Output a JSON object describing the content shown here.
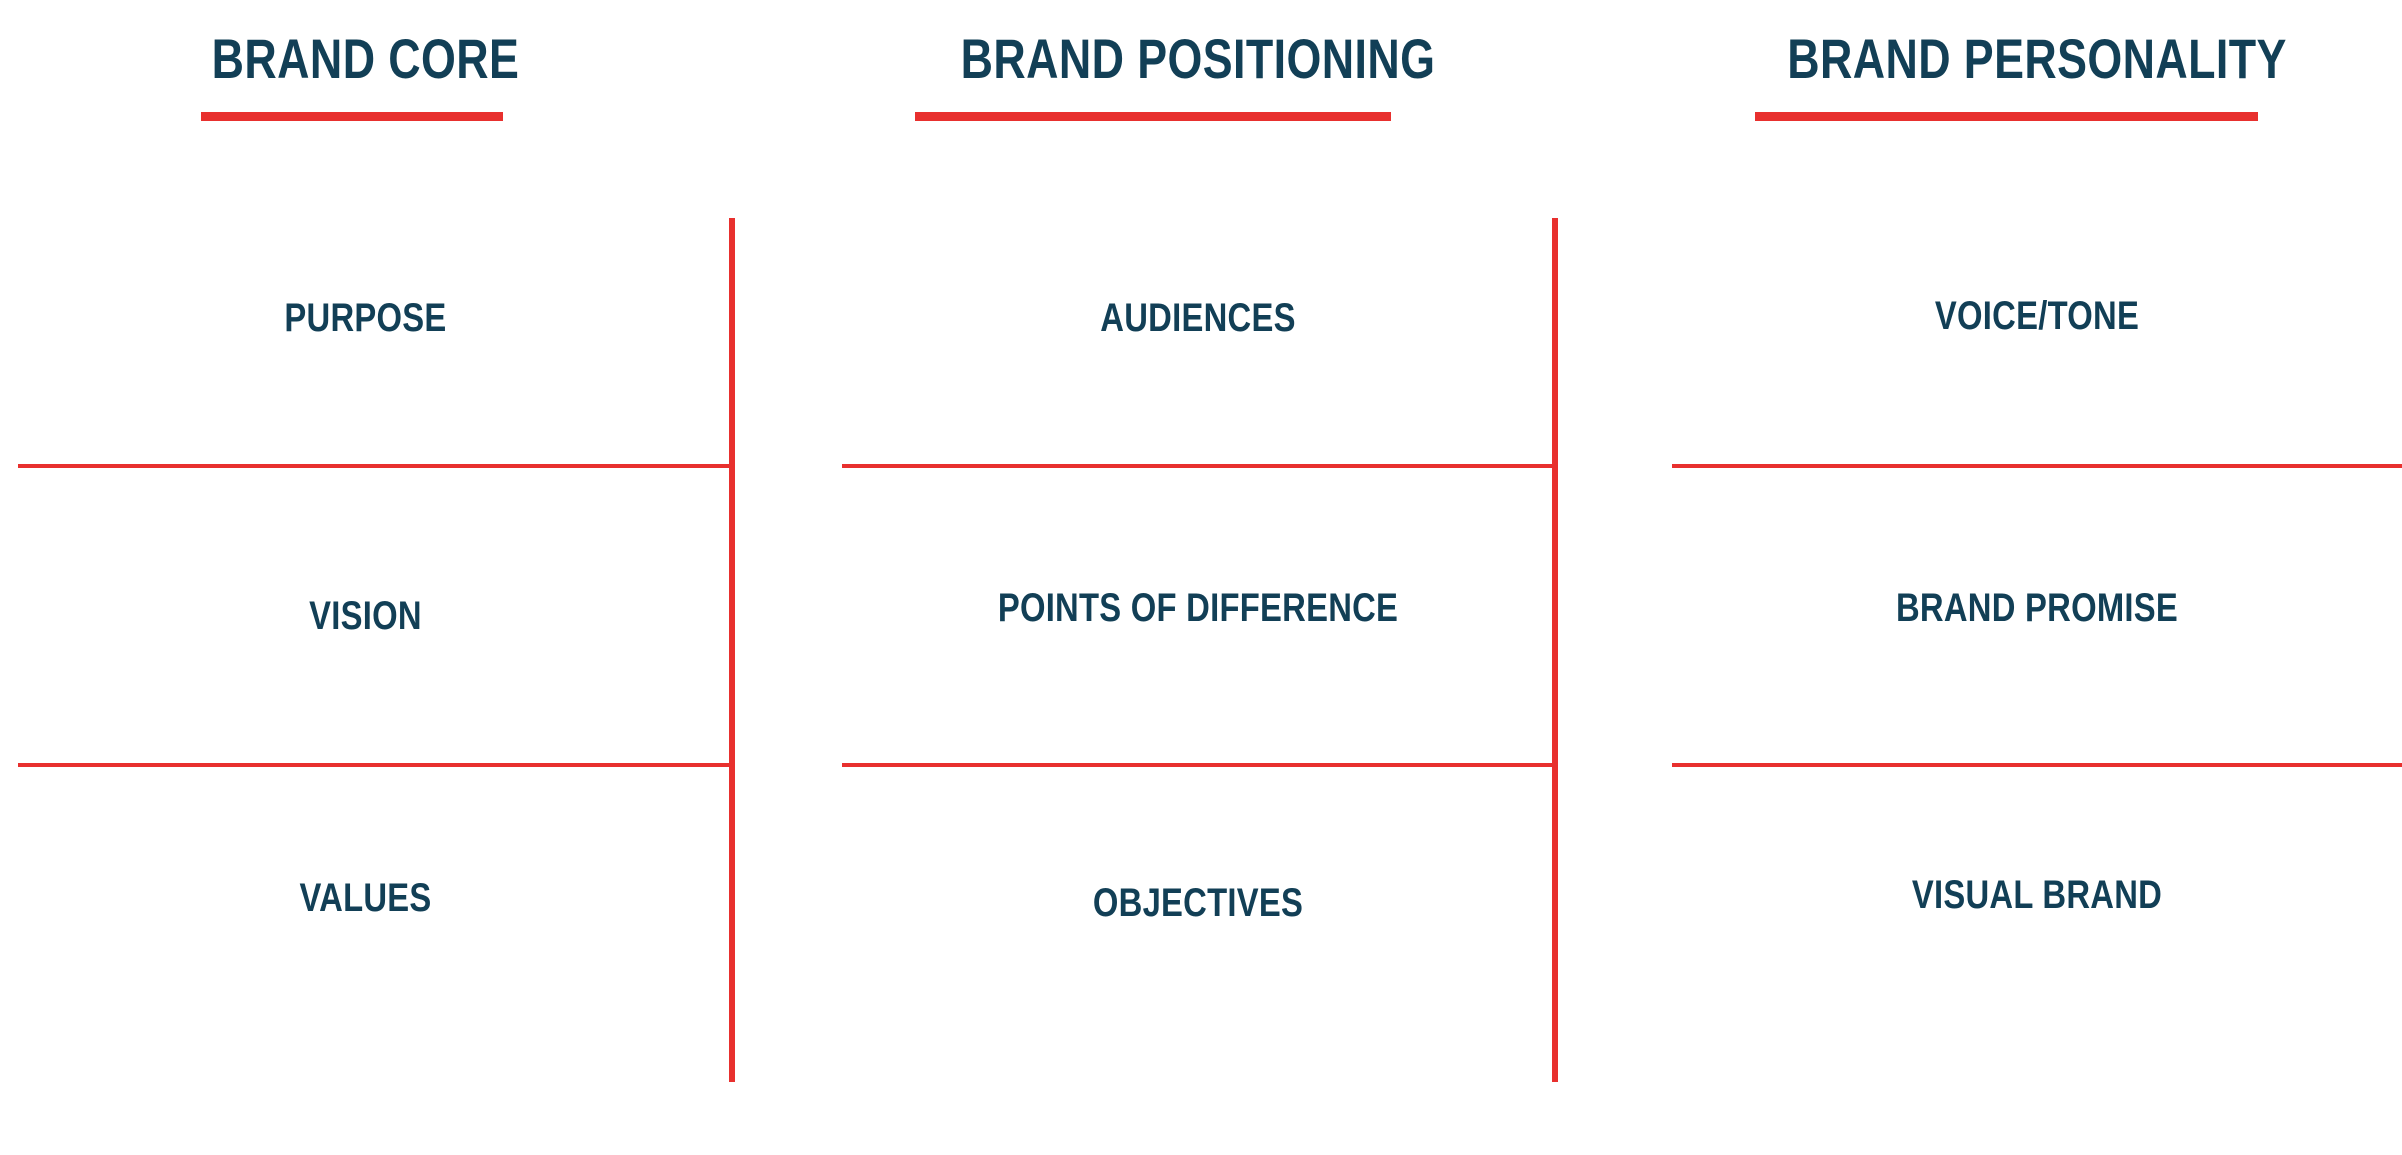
{
  "colors": {
    "text": "#123F56",
    "accent_red": "#E8302E",
    "background": "#FFFFFF"
  },
  "columns": [
    {
      "heading": "BRAND CORE",
      "items": [
        "PURPOSE",
        "VISION",
        "VALUES"
      ]
    },
    {
      "heading": "BRAND POSITIONING",
      "items": [
        "AUDIENCES",
        "POINTS OF DIFFERENCE",
        "OBJECTIVES"
      ]
    },
    {
      "heading": "BRAND PERSONALITY",
      "items": [
        "VOICE/TONE",
        "BRAND PROMISE",
        "VISUAL BRAND"
      ]
    }
  ]
}
